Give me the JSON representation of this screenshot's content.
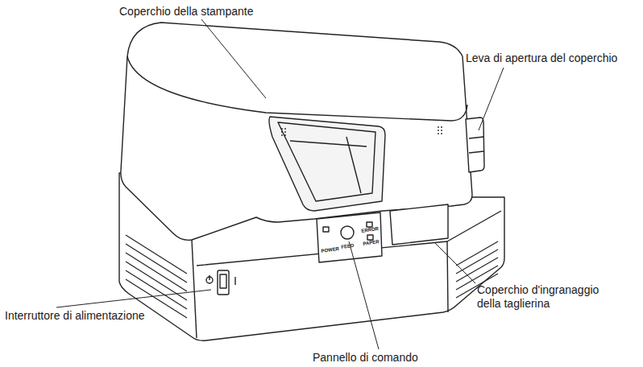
{
  "diagram": {
    "labels": [
      "Coperchio della stampante",
      "Leva di apertura del coperchio",
      "Coperchio d'ingranaggio della taglierina",
      "Interruttore di alimentazione",
      "Pannello di comando",
      "POWER",
      "FEED",
      "ERROR",
      "PAPER"
    ]
  }
}
